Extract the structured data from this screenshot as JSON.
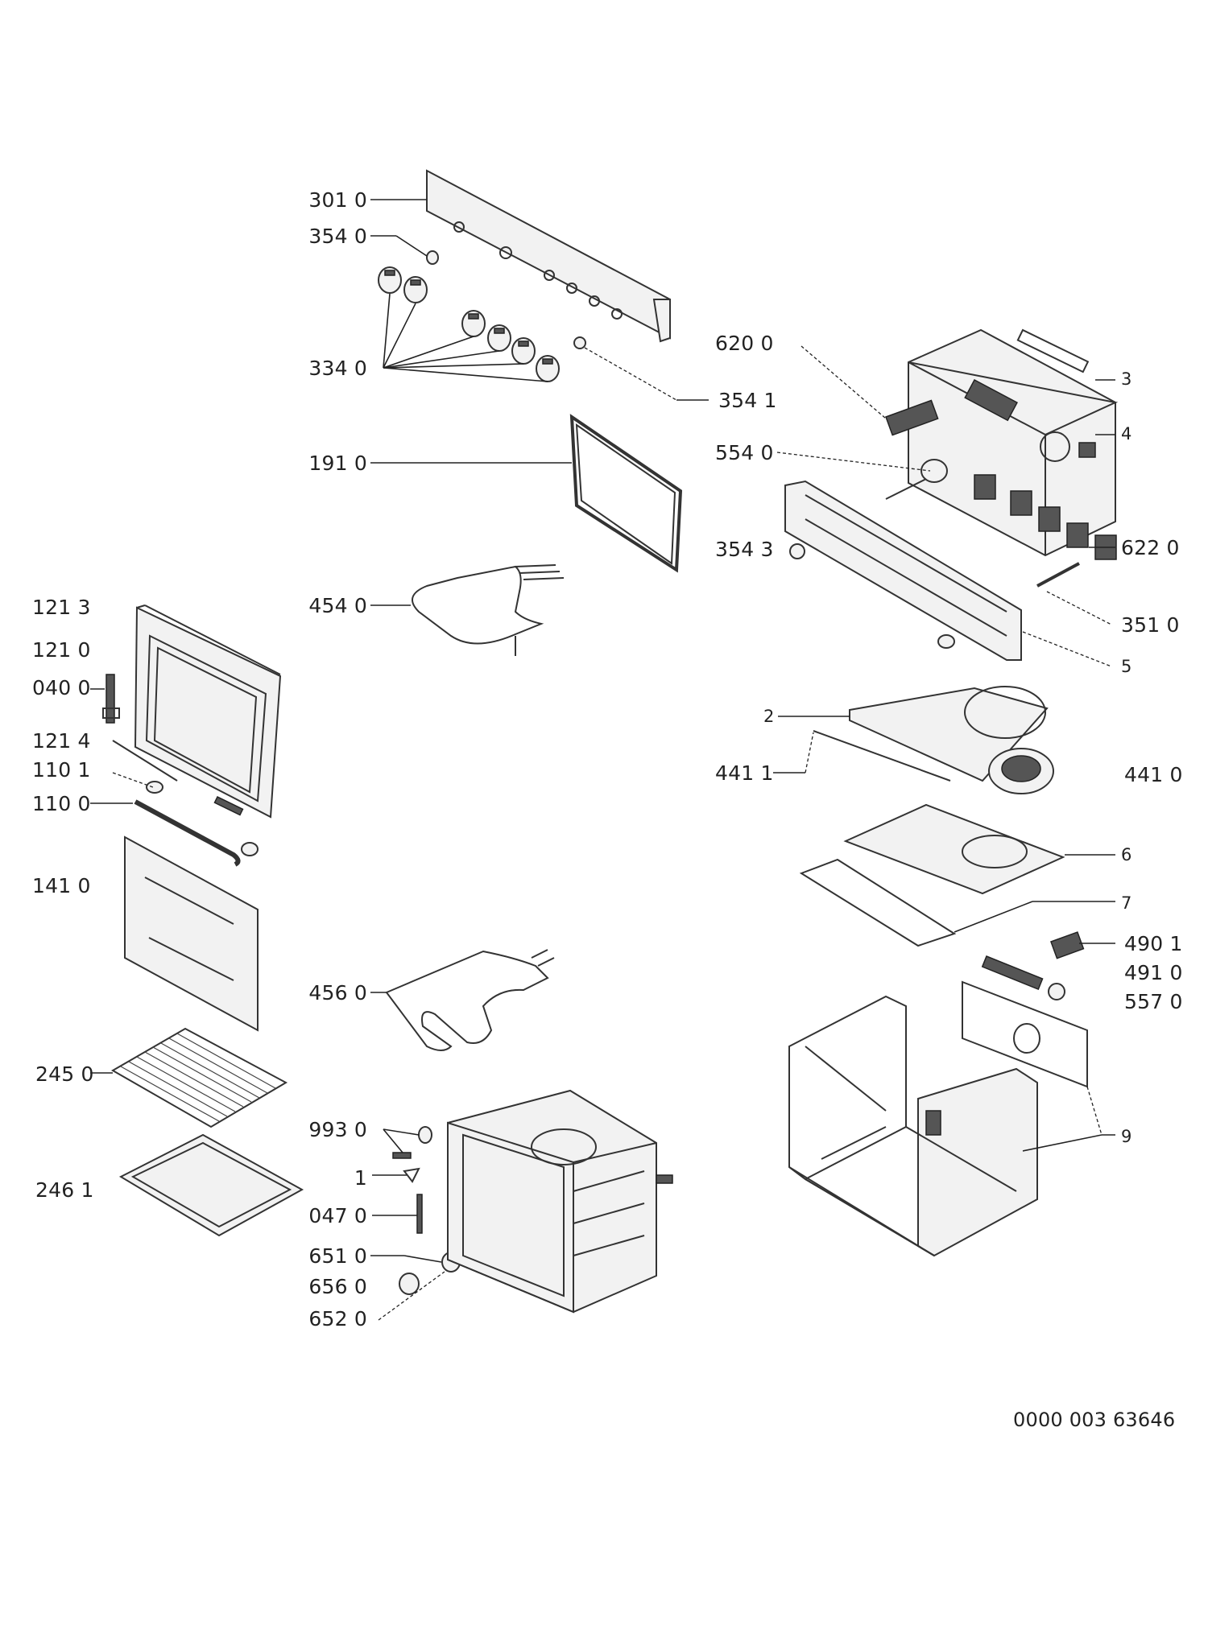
{
  "document_id": "0000 003 63646",
  "callouts": {
    "c3010": "301 0",
    "c3540": "354 0",
    "c3340": "334 0",
    "c3541": "354 1",
    "c6200": "620 0",
    "c3": "3",
    "c4": "4",
    "c5540": "554 0",
    "c1910": "191 0",
    "c3543": "354 3",
    "c6220": "622 0",
    "c4540": "454 0",
    "c3510": "351 0",
    "c5": "5",
    "c1213": "121 3",
    "c1210": "121 0",
    "c0400": "040 0",
    "c2": "2",
    "c1214": "121 4",
    "c4411": "441 1",
    "c4410": "441 0",
    "c1101": "110 1",
    "c1100": "110 0",
    "c6": "6",
    "c1410": "141 0",
    "c7": "7",
    "c4901": "490 1",
    "c4910": "491 0",
    "c4560": "456 0",
    "c5570": "557 0",
    "c2450": "245 0",
    "c9930": "993 0",
    "c9": "9",
    "c1": "1",
    "c2461": "246 1",
    "c0470": "047 0",
    "c6510": "651 0",
    "c6560": "656 0",
    "c6520": "652 0"
  }
}
